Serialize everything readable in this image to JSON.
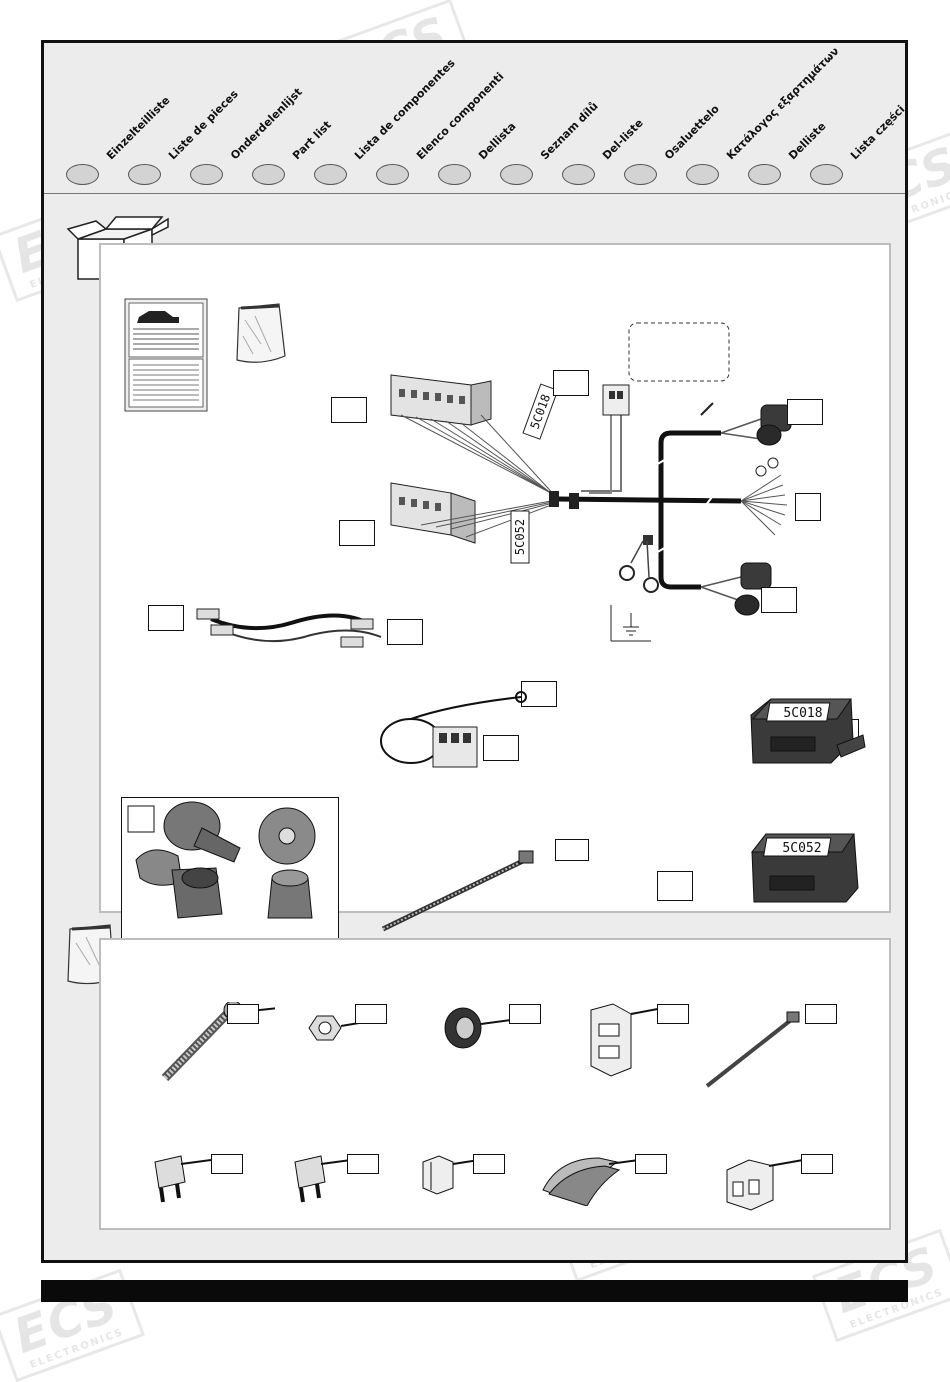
{
  "languages": [
    "Einzelteilliste",
    "Liste de pieces",
    "Onderdelenlijst",
    "Part list",
    "Lista de componentes",
    "Elenco componenti",
    "Dellista",
    "Seznam dílů",
    "Del-liste",
    "Osaluettelo",
    "Κατάλογος εξαρτημάτων",
    "Delliste",
    "Lista części"
  ],
  "watermark": {
    "brand": "ECS",
    "sub": "ELECTRONICS"
  },
  "labels": {
    "harness_tag_a": "5C018",
    "harness_tag_b": "5C052",
    "module_a": "5C018",
    "module_b": "5C052"
  },
  "icons": [
    "box-icon",
    "bag-icon",
    "ground-symbol-icon"
  ],
  "colors": {
    "frame": "#111111",
    "background": "#ececec",
    "panel": "#ffffff",
    "bar": "#0a0a0a"
  }
}
